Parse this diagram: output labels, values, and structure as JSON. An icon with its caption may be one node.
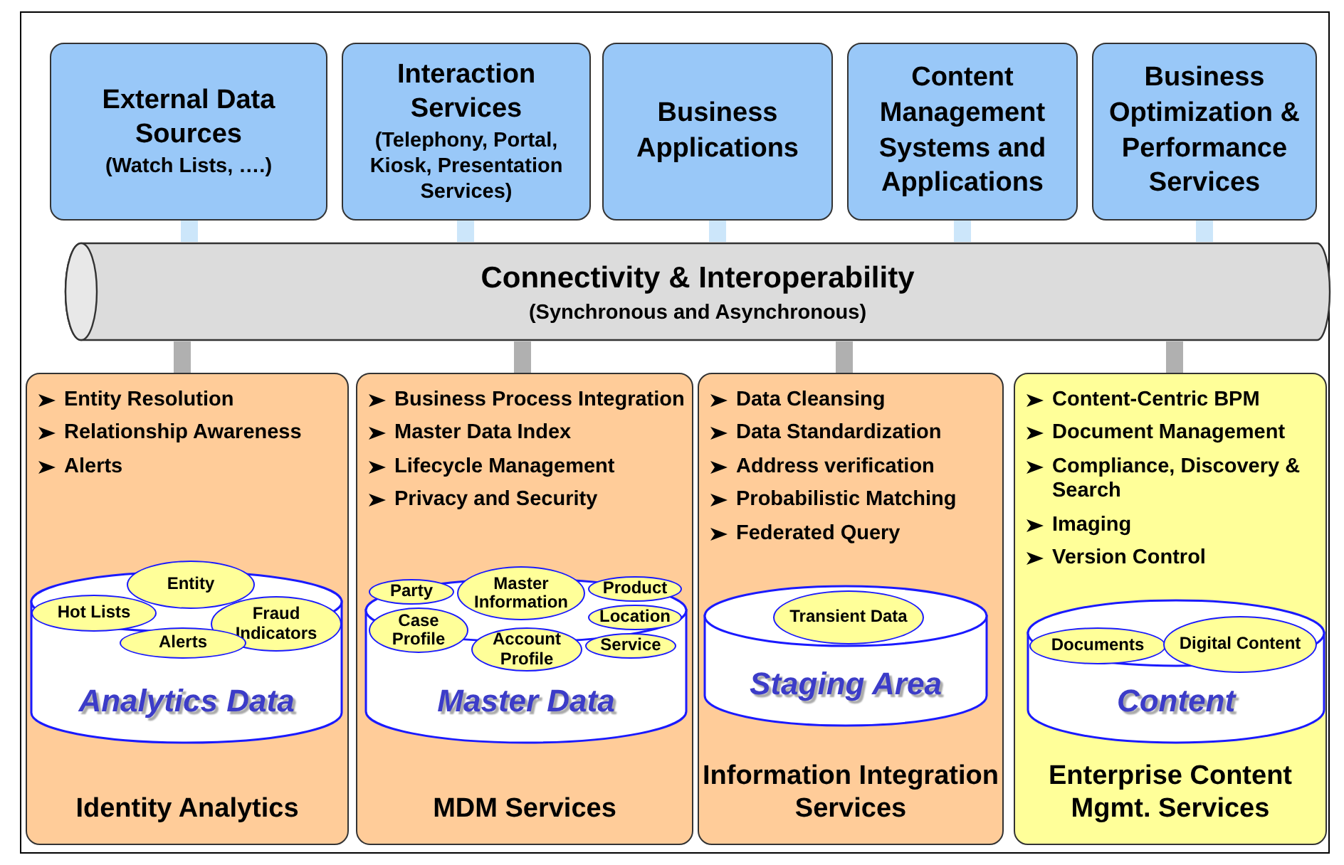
{
  "diagram": {
    "nodes": [
      {
        "text": [
          "External Data Sources",
          "(Watch Lists, ….)"
        ]
      },
      {
        "text": [
          "Interaction Services",
          "(Telephony, Portal, Kiosk, Presentation Services)"
        ]
      },
      {
        "text": [
          "Business Applications"
        ]
      },
      {
        "text": [
          "Content Management Systems and Applications"
        ]
      },
      {
        "text": [
          "Business Optimization & Performance Services"
        ]
      },
      {
        "text": [
          "Connectivity & Interoperability",
          "(Synchronous and Asynchronous)"
        ]
      },
      {
        "text": [
          "Entity Resolution",
          "Relationship Awareness",
          "Alerts",
          "Identity Analytics"
        ]
      },
      {
        "text": [
          "Analytics Data"
        ],
        "in": 6
      },
      {
        "text": [
          "Entity"
        ],
        "in": 6
      },
      {
        "text": [
          "Hot Lists"
        ],
        "in": 7
      },
      {
        "text": [
          "Fraud Indicators"
        ],
        "in": 7
      },
      {
        "text": [
          "Alerts"
        ],
        "in": 7
      },
      {
        "text": [
          "Business Process Integration",
          "Master Data Index",
          "Lifecycle Management",
          "Privacy and Security",
          "MDM Services"
        ]
      },
      {
        "text": [
          "Master Data"
        ],
        "in": 12
      },
      {
        "text": [
          "Party"
        ],
        "in": 12
      },
      {
        "text": [
          "Master Information"
        ],
        "in": 12
      },
      {
        "text": [
          "Product"
        ],
        "in": 12
      },
      {
        "text": [
          "Case Profile"
        ],
        "in": 13
      },
      {
        "text": [
          "Location"
        ],
        "in": 13
      },
      {
        "text": [
          "Account Profile"
        ],
        "in": 13
      },
      {
        "text": [
          "Service"
        ],
        "in": 13
      },
      {
        "text": [
          "Data Cleansing",
          "Data Standardization",
          "Address verification",
          "Probabilistic Matching",
          "Federated Query",
          "Information Integration Services"
        ]
      },
      {
        "text": [
          "Staging Area"
        ],
        "in": 21
      },
      {
        "text": [
          "Transient Data"
        ],
        "in": 21
      },
      {
        "text": [
          "Content-Centric BPM",
          "Document Management",
          "Compliance, Discovery & Search",
          "Imaging",
          "Version Control",
          "Enterprise Content Mgmt. Services"
        ]
      },
      {
        "text": [
          "Content"
        ],
        "in": 24
      },
      {
        "text": [
          "Documents"
        ],
        "in": 25
      },
      {
        "text": [
          "Digital Content"
        ],
        "in": 24
      }
    ],
    "edges": [
      {
        "from": 0,
        "to": 5,
        "arrow": "none",
        "color": "#cce6fa"
      },
      {
        "from": 1,
        "to": 5,
        "arrow": "none",
        "color": "#cce6fa"
      },
      {
        "from": 2,
        "to": 5,
        "arrow": "none",
        "color": "#cce6fa"
      },
      {
        "from": 3,
        "to": 5,
        "arrow": "none",
        "color": "#cce6fa"
      },
      {
        "from": 4,
        "to": 5,
        "arrow": "none",
        "color": "#cce6fa"
      },
      {
        "from": 5,
        "to": 6,
        "arrow": "none",
        "color": "#b0b0b0"
      },
      {
        "from": 5,
        "to": 12,
        "arrow": "none",
        "color": "#b0b0b0"
      },
      {
        "from": 5,
        "to": 21,
        "arrow": "none",
        "color": "#b0b0b0"
      },
      {
        "from": 5,
        "to": 24,
        "arrow": "none",
        "color": "#b0b0b0"
      }
    ]
  }
}
